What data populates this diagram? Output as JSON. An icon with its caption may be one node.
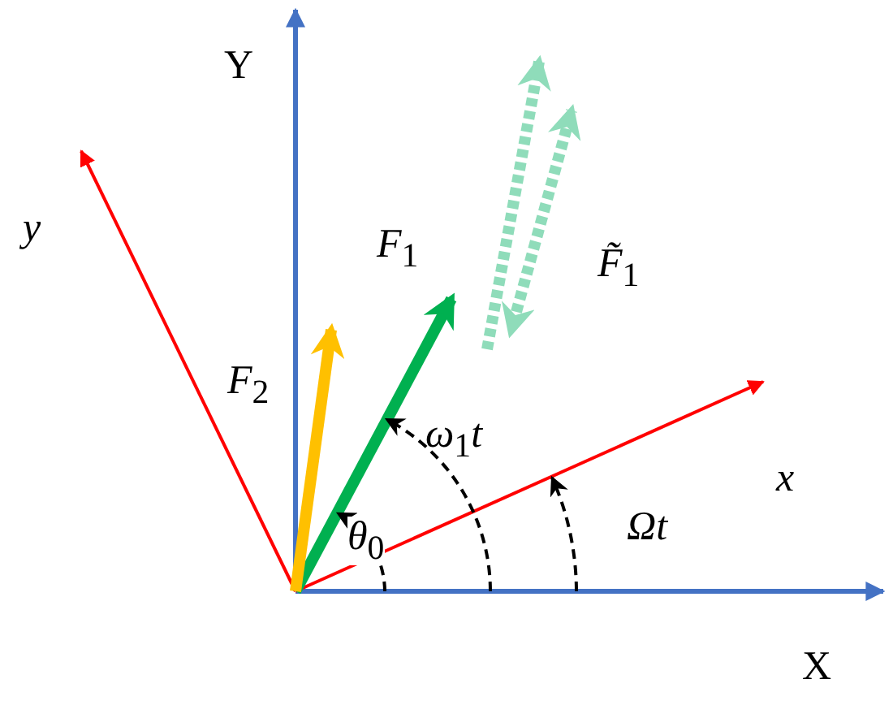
{
  "diagram": {
    "labels": [
      "Y",
      "y",
      "*F*$_{1}$",
      "*F̃*$_{1}$",
      "*F*$_{2}$",
      "*ω*$_{1}$*t*",
      "*θ*$_{0}$",
      "*x*",
      "Ωt",
      "X"
    ]
  }
}
